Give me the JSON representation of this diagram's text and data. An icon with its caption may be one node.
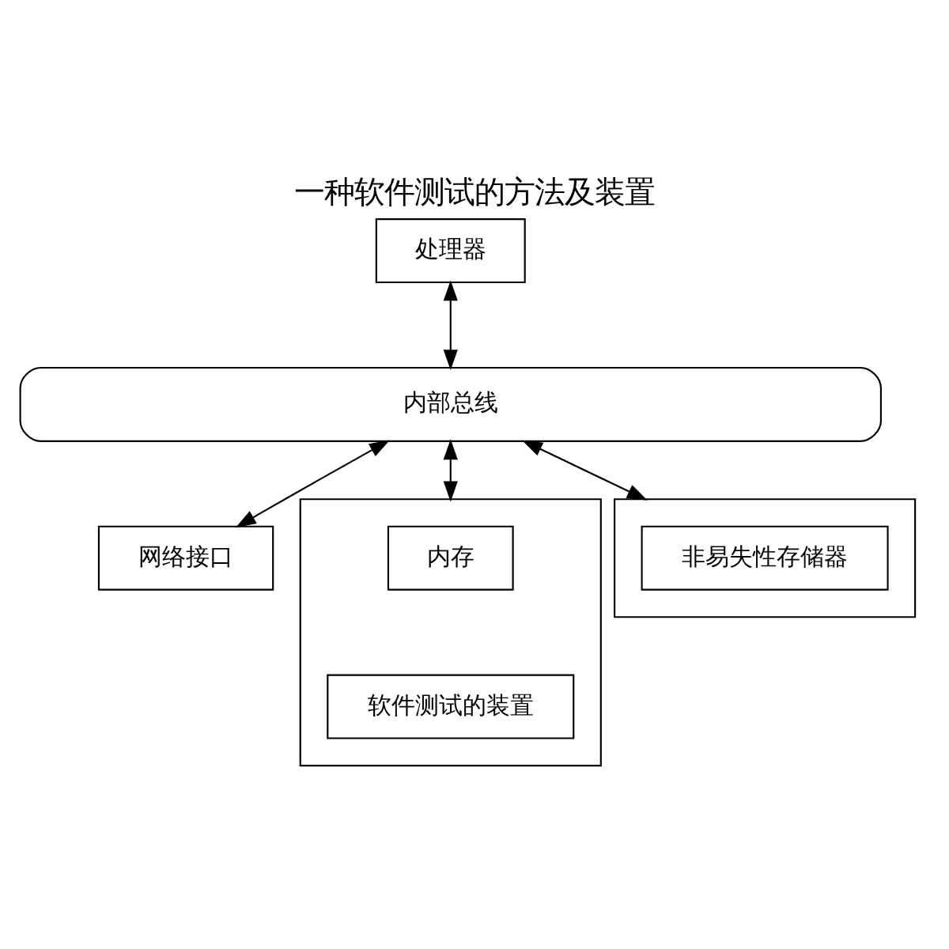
{
  "diagram": {
    "title": "一种软件测试的方法及装置",
    "nodes": [
      {
        "text": [
          "处理器"
        ]
      },
      {
        "text": [
          "内部总线"
        ]
      },
      {
        "text": [
          "网络接口"
        ]
      },
      {
        "text": [],
        "shape": "box"
      },
      {
        "text": [
          "内存"
        ],
        "in": 3
      },
      {
        "text": [
          "软件测试的装置"
        ],
        "in": 3
      },
      {
        "text": [],
        "shape": "box"
      },
      {
        "text": [
          "非易失性存储器"
        ],
        "in": 6
      }
    ],
    "edges": [
      {
        "from": 0,
        "to": 1,
        "arrow": "both"
      },
      {
        "from": 1,
        "to": 2,
        "arrow": "both"
      },
      {
        "from": 1,
        "to": 3,
        "arrow": "both"
      },
      {
        "from": 1,
        "to": 6,
        "arrow": "both"
      }
    ]
  }
}
